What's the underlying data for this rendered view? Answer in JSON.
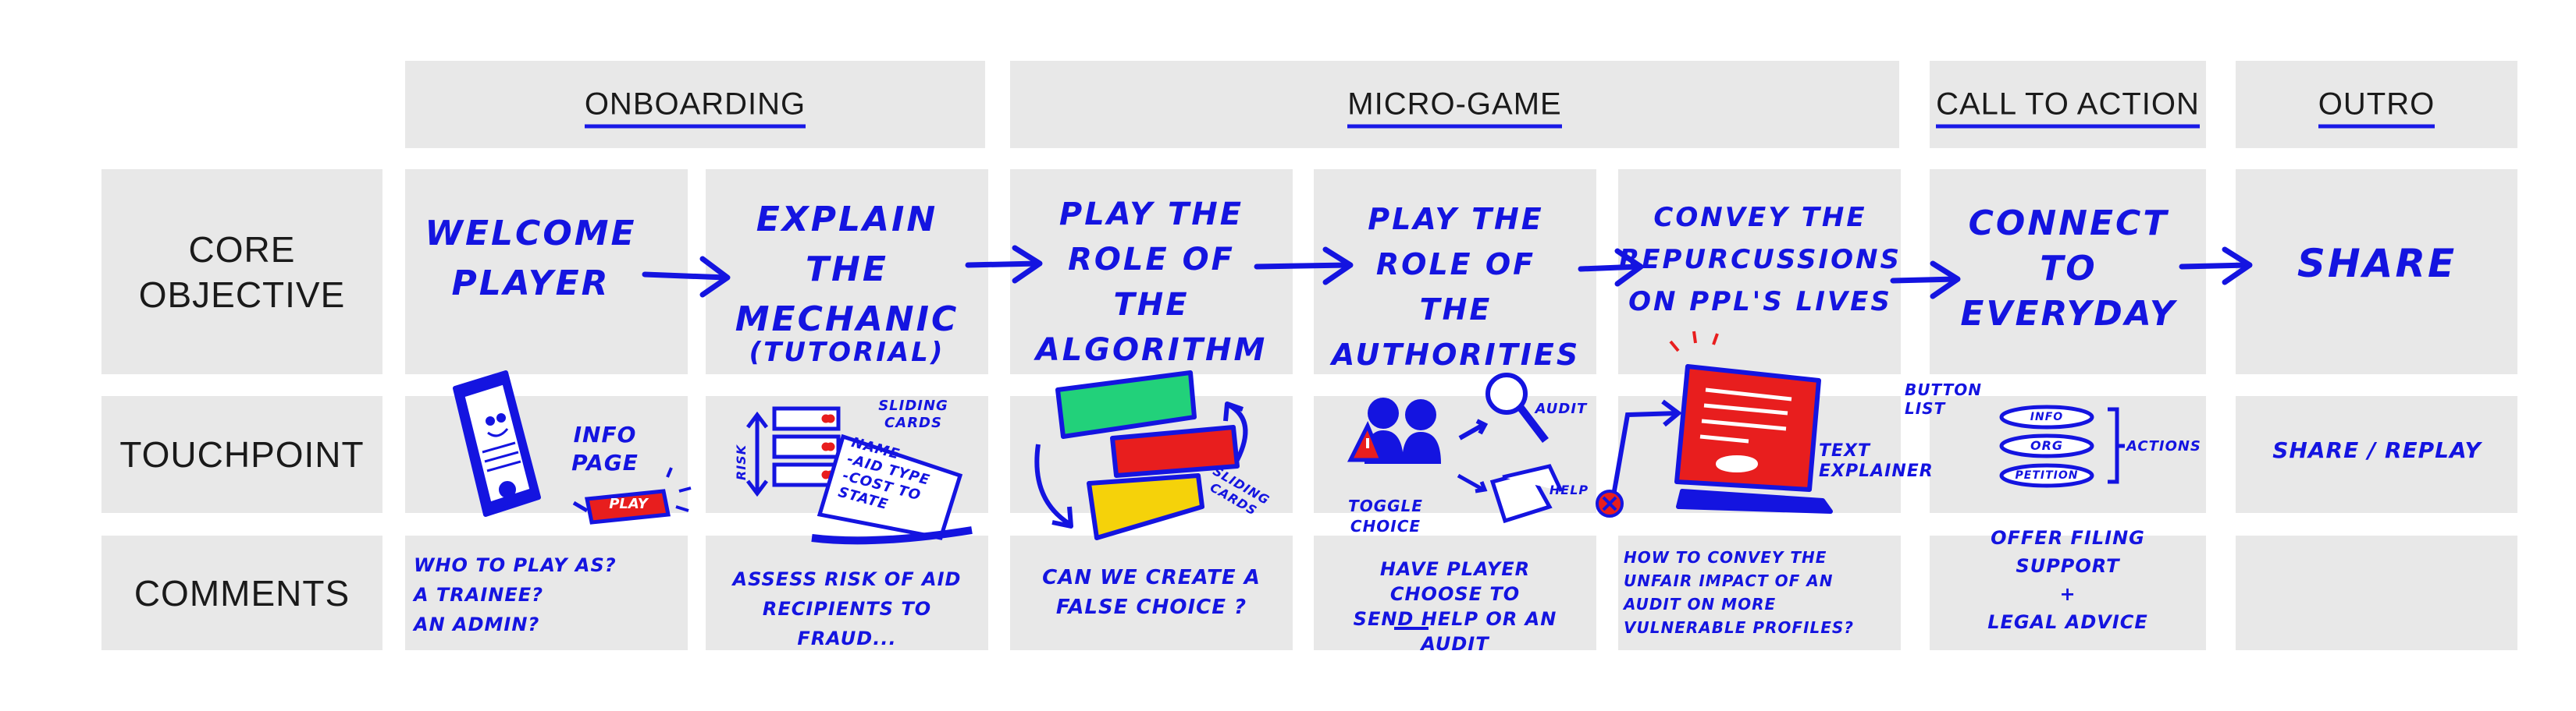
{
  "phases": [
    {
      "label": "ONBOARDING"
    },
    {
      "label": "MICRO-GAME"
    },
    {
      "label": "CALL TO ACTION"
    },
    {
      "label": "OUTRO"
    }
  ],
  "row_labels": {
    "core_objective": "CORE\nOBJECTIVE",
    "touchpoint": "TOUCHPOINT",
    "comments": "COMMENTS"
  },
  "objectives": [
    "WELCOME\nPLAYER",
    "EXPLAIN\nTHE\nMECHANIC",
    "PLAY THE\nROLE OF\nTHE ALGORITHM",
    "PLAY THE\nROLE OF\nTHE AUTHORITIES",
    "CONVEY THE\nREPURCUSSIONS\nON PPL'S LIVES",
    "CONNECT\nTO\nEVERYDAY",
    "SHARE"
  ],
  "objective_sub": "(TUTORIAL)",
  "touchpoints": {
    "welcome": {
      "info_page": "INFO\nPAGE",
      "play_button": "PLAY"
    },
    "mechanic": {
      "sliding_cards": "SLIDING\nCARDS",
      "risk": "RISK",
      "card_text": "NAME\n-AID TYPE\n-COST TO STATE"
    },
    "algorithm": {
      "sliding_cards": "SLIDING\nCARDS"
    },
    "authorities": {
      "audit": "AUDIT",
      "help": "HELP",
      "toggle_choice": "TOGGLE\nCHOICE"
    },
    "repercussions": {
      "text_explainer": "TEXT\nEXPLAINER"
    },
    "connect": {
      "button_list": "BUTTON\nLIST",
      "buttons": [
        "INFO",
        "ORG",
        "PETITION"
      ],
      "actions": "ACTIONS"
    },
    "share": {
      "label": "SHARE / REPLAY"
    }
  },
  "comments": [
    "WHO TO PLAY AS?\nA TRAINEE?\nAN ADMIN?",
    "ASSESS RISK OF AID\nRECIPIENTS TO FRAUD...",
    "CAN WE CREATE A\nFALSE CHOICE ?",
    "HAVE PLAYER\nCHOOSE TO\nSEND HELP OR AN AUDIT",
    "HOW TO CONVEY THE\nUNFAIR IMPACT OF AN\nAUDIT ON MORE\nVULNERABLE PROFILES?",
    "OFFER FILING\nSUPPORT\n+\nLEGAL ADVICE",
    ""
  ],
  "colors": {
    "ink": "#1414e0",
    "cell": "#e8e8e8",
    "red": "#e81e1e",
    "green": "#22d17a",
    "yellow": "#f5d20a"
  }
}
